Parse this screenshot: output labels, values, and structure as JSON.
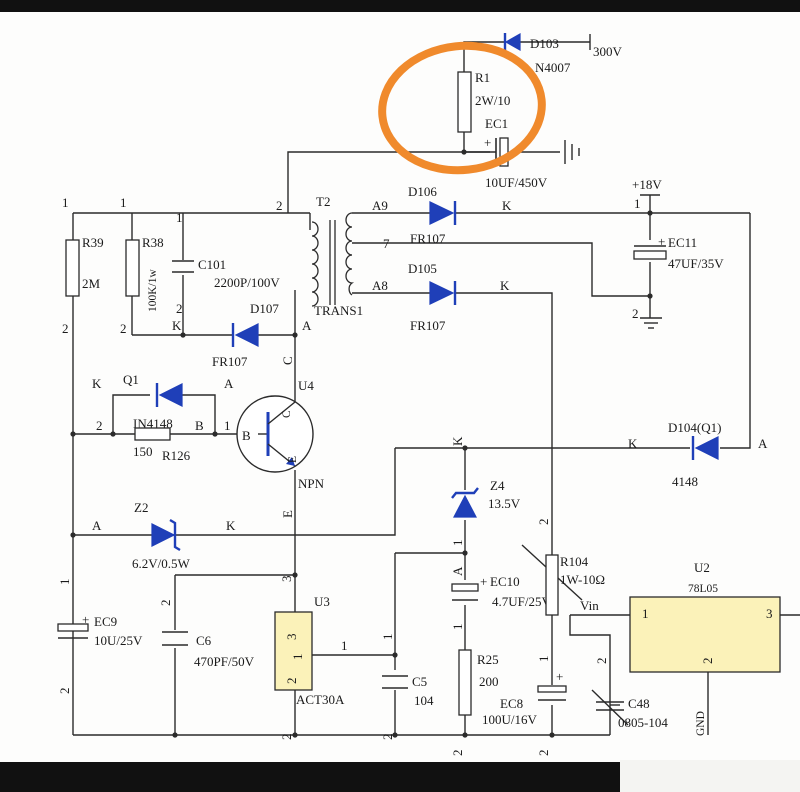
{
  "components": {
    "d103": {
      "ref": "D103",
      "part": "N4007",
      "voltage": "300V"
    },
    "r1": {
      "ref": "R1",
      "value": "2W/10"
    },
    "ec1": {
      "ref": "EC1",
      "value": "10UF/450V",
      "plus": "+"
    },
    "t2": {
      "ref": "T2",
      "part": "TRANS1",
      "pin2": "2",
      "pin_a9": "A9",
      "pin7": "7",
      "pin_a8": "A8"
    },
    "d106": {
      "ref": "D106",
      "part": "FR107",
      "k": "K"
    },
    "d105": {
      "ref": "D105",
      "part": "FR107",
      "k": "K"
    },
    "rail18": {
      "label": "+18V",
      "pin": "1"
    },
    "ec11": {
      "ref": "EC11",
      "value": "47UF/35V",
      "plus": "+"
    },
    "r39": {
      "ref": "R39",
      "value": "2M",
      "pin1": "1",
      "pin2": "2"
    },
    "r38": {
      "ref": "R38",
      "value": "100K/1w",
      "pin1": "1",
      "pin2": "2"
    },
    "c101": {
      "ref": "C101",
      "value": "2200P/100V",
      "pin1": "1",
      "pin2": "2",
      "k": "K"
    },
    "d107": {
      "ref": "D107",
      "part": "FR107",
      "a": "A"
    },
    "q1": {
      "ref": "Q1",
      "k": "K",
      "a": "A",
      "part": "IN4148",
      "b": "B",
      "pin2": "2",
      "pin1": "1"
    },
    "r126": {
      "ref": "R126",
      "value": "150"
    },
    "u4": {
      "ref": "U4",
      "type": "NPN",
      "c": "C",
      "b": "B",
      "e": "E",
      "c_inner": "C",
      "e_inner": "E"
    },
    "d104": {
      "ref": "D104(Q1)",
      "part": "4148",
      "k": "K",
      "a": "A"
    },
    "z4": {
      "ref": "Z4",
      "value": "13.5V",
      "k": "K",
      "a": "A",
      "pin1": "1"
    },
    "z2": {
      "ref": "Z2",
      "value": "6.2V/0.5W",
      "a": "A",
      "k": "K"
    },
    "ec9": {
      "ref": "EC9",
      "value": "10U/25V",
      "plus": "+",
      "pin1": "1",
      "pin2": "2"
    },
    "c6": {
      "ref": "C6",
      "value": "470PF/50V"
    },
    "u3": {
      "ref": "U3",
      "part": "ACT30A",
      "pin3": "3",
      "pin1": "1",
      "pin2": "2",
      "ext1": "1",
      "ext3": "3",
      "ext2": "2"
    },
    "c5": {
      "ref": "C5",
      "value": "104",
      "pin1": "1",
      "pin2": "2"
    },
    "ec10": {
      "ref": "EC10",
      "value": "4.7UF/25V",
      "plus": "+",
      "pin1": "1"
    },
    "r104": {
      "ref": "R104",
      "value": "1W-10Ω",
      "pin2": "2",
      "pin1": "1"
    },
    "r25": {
      "ref": "R25",
      "value": "200",
      "pin2": "2"
    },
    "ec8": {
      "ref": "EC8",
      "value": "100U/16V",
      "plus": "+",
      "pin2": "2"
    },
    "c48": {
      "ref": "C48",
      "value": "0805-104",
      "pin2": "2"
    },
    "u2": {
      "ref": "U2",
      "part": "78L05",
      "pin1": "1",
      "pin3": "3",
      "pin2": "2",
      "gnd": "GND",
      "vin": "Vin"
    },
    "ground_label": "2",
    "misc_pin_2": "2"
  },
  "colors": {
    "wire": "#2b2b2b",
    "diode": "#1f3fb8",
    "chip": "#fbf2b9",
    "highlight": "#f08a2c"
  }
}
